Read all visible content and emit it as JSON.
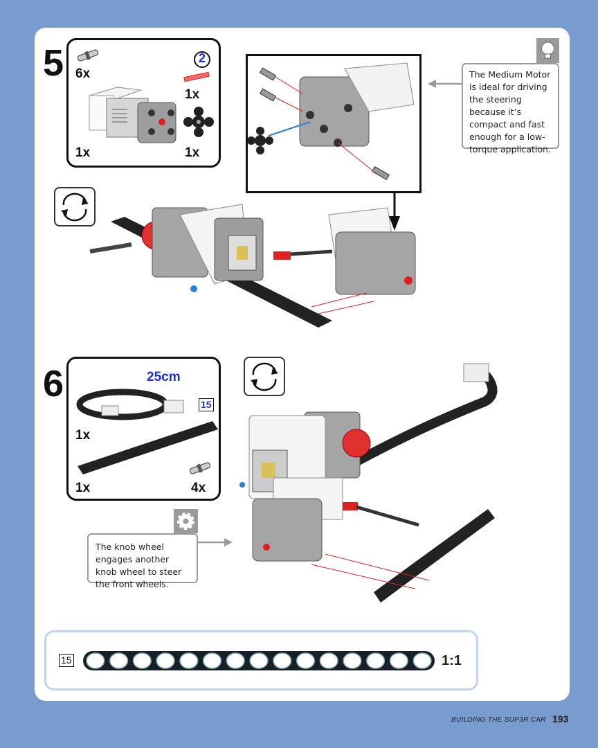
{
  "steps": [
    {
      "number": "5",
      "parts": [
        {
          "qty": "6x",
          "name": "connector-peg"
        },
        {
          "qty": "1x",
          "name": "axle-2",
          "badge": "2"
        },
        {
          "qty": "1x",
          "name": "medium-motor"
        },
        {
          "qty": "1x",
          "name": "knob-wheel"
        }
      ],
      "tip": "The Medium Motor is ideal for driving the steering because it’s compact and fast enough for a low-torque application.",
      "tip_icon": "lightbulb-icon"
    },
    {
      "number": "6",
      "parts": [
        {
          "qty": "1x",
          "name": "cable",
          "label": "25cm"
        },
        {
          "qty": "1x",
          "name": "beam-15",
          "badge": "15"
        },
        {
          "qty": "4x",
          "name": "connector-peg"
        }
      ],
      "tip": "The knob wheel engages another knob wheel to steer the front wheels.",
      "tip_icon": "gear-icon"
    }
  ],
  "ruler": {
    "length": "15",
    "scale": "1:1",
    "holes": 15
  },
  "footer": {
    "section": "BUILDING THE SUP3R CAR",
    "page": "193"
  },
  "colors": {
    "background": "#789cce",
    "accent_blue": "#1a2fe0",
    "arrow_red": "#e02020"
  }
}
